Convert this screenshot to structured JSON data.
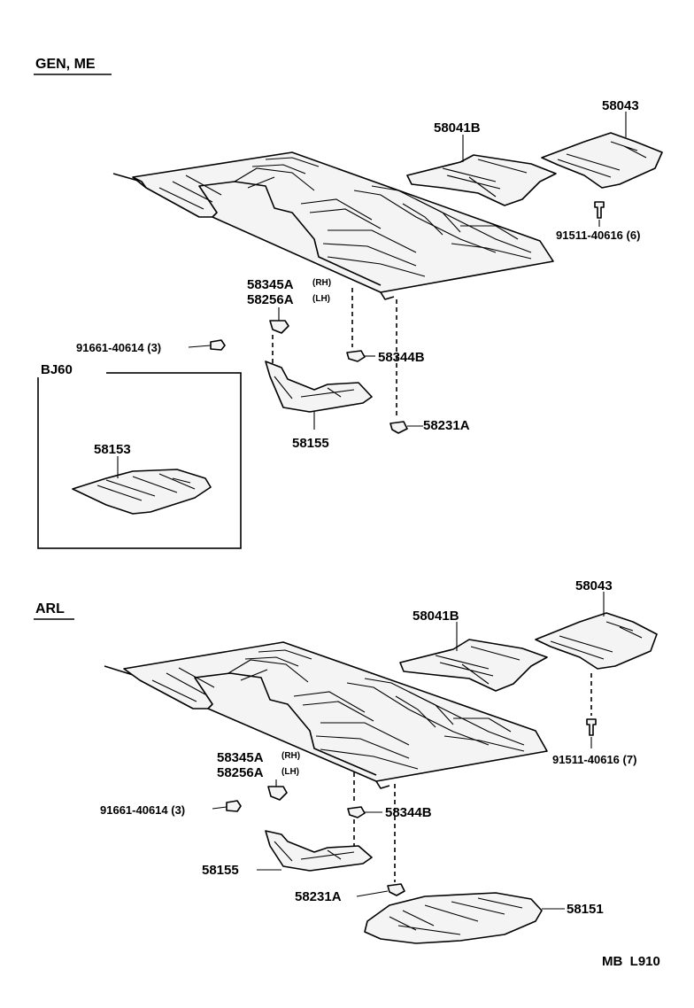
{
  "diagram": {
    "sections": [
      {
        "header": "GEN, ME",
        "parts": {
          "p58043": "58043",
          "p58041B": "58041B",
          "bolt_top": "91511-40616 (6)",
          "p58345A": "58345A",
          "p58345A_side": "(RH)",
          "p58256A": "58256A",
          "p58256A_side": "(LH)",
          "screw": "91661-40614 (3)",
          "p58344B": "58344B",
          "p58155": "58155",
          "p58231A": "58231A"
        },
        "inset": {
          "header": "BJ60",
          "part": "58153"
        }
      },
      {
        "header": "ARL",
        "parts": {
          "p58043": "58043",
          "p58041B": "58041B",
          "bolt_top": "91511-40616 (7)",
          "p58345A": "58345A",
          "p58345A_side": "(RH)",
          "p58256A": "58256A",
          "p58256A_side": "(LH)",
          "screw": "91661-40614 (3)",
          "p58344B": "58344B",
          "p58155": "58155",
          "p58231A": "58231A",
          "p58151": "58151"
        }
      }
    ],
    "footer_code": "MB  L910"
  }
}
